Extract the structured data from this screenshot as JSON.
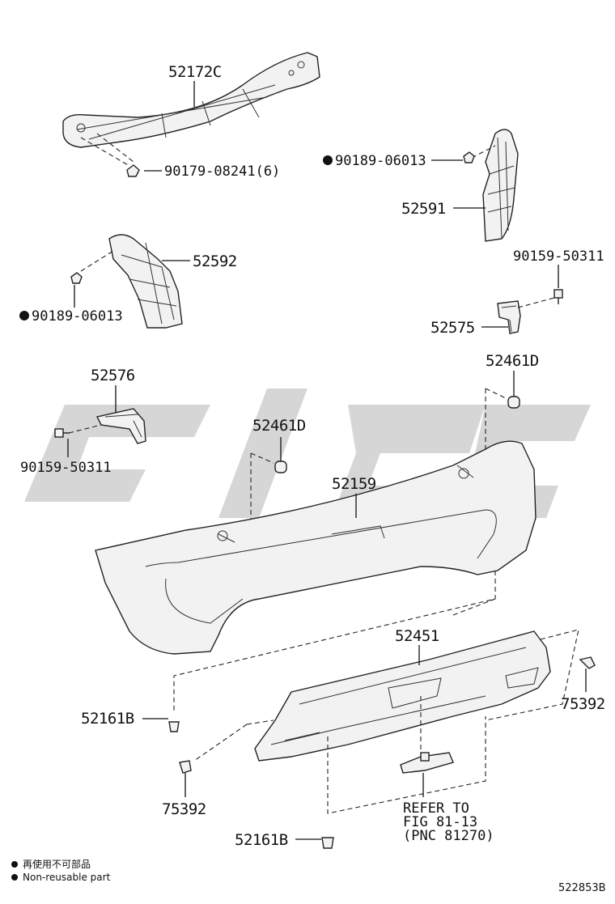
{
  "parts": {
    "p52172C": "52172C",
    "p90179": "90179-08241(6)",
    "p90189_right": "90189-06013",
    "p52591": "52591",
    "p52592": "52592",
    "p90189_left": "90189-06013",
    "p90159_right": "90159-50311",
    "p52575": "52575",
    "p52576": "52576",
    "p90159_left": "90159-50311",
    "p52461D_right": "52461D",
    "p52461D_left": "52461D",
    "p52159": "52159",
    "p52451": "52451",
    "p52161B_upper": "52161B",
    "p52161B_lower": "52161B",
    "p75392_right": "75392",
    "p75392_left": "75392"
  },
  "refer": {
    "line1": "REFER TO",
    "line2": "FIG 81-13",
    "line3": "(PNC 81270)"
  },
  "legend": {
    "cn": "再使用不可部品",
    "en": "Non-reusable part"
  },
  "diagram_code": "522853B",
  "icons": [
    "non-reusable-dot-icon"
  ]
}
